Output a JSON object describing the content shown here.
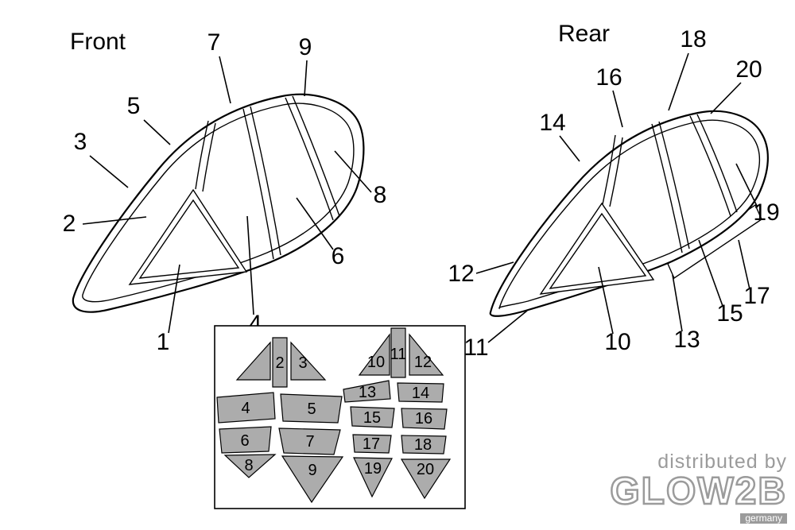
{
  "front": {
    "label": "Front",
    "callouts": [
      "1",
      "2",
      "3",
      "4",
      "5",
      "6",
      "7",
      "8",
      "9"
    ]
  },
  "rear": {
    "label": "Rear",
    "callouts": [
      "10",
      "11",
      "12",
      "13",
      "14",
      "15",
      "16",
      "17",
      "18",
      "19",
      "20"
    ]
  },
  "sheet": {
    "masks": [
      "2",
      "3",
      "4",
      "5",
      "6",
      "7",
      "8",
      "9",
      "10",
      "11",
      "12",
      "13",
      "14",
      "15",
      "16",
      "17",
      "18",
      "19",
      "20"
    ]
  },
  "watermark": {
    "prefix": "distributed by",
    "brand": "GLOW2B",
    "suffix": "germany"
  },
  "colors": {
    "mask_fill": "#acacac",
    "line": "#000000",
    "watermark_gray": "#9b9b9b"
  }
}
